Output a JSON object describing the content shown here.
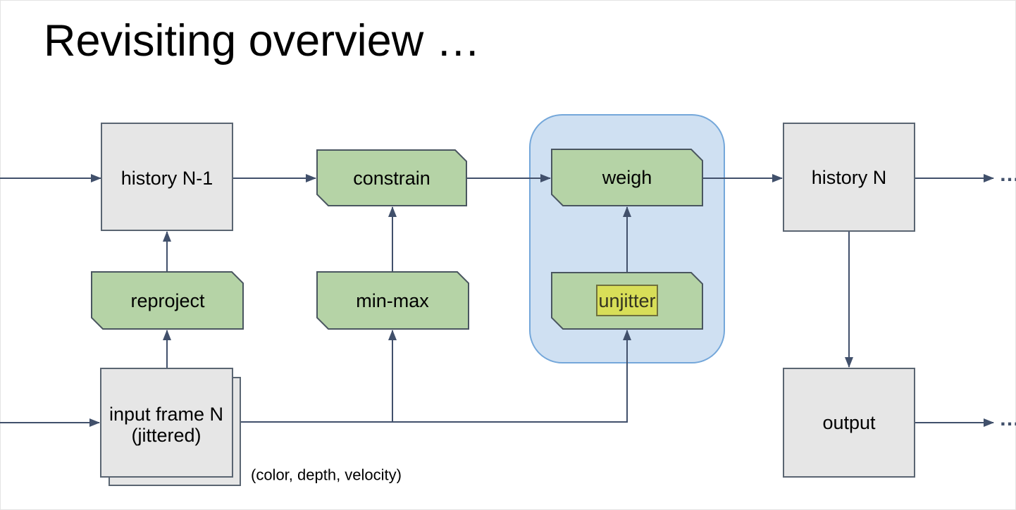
{
  "slide": {
    "title": "Revisiting overview …"
  },
  "colors": {
    "gray_fill": "#e6e6e6",
    "gray_stroke": "#5a6572",
    "green_fill": "#b5d3a6",
    "green_stroke": "#4a5660",
    "group_fill": "#cfe0f2",
    "group_stroke": "#74a7da",
    "arrow": "#41506b",
    "highlight_fill": "#d8de58",
    "highlight_stroke": "#6f703e",
    "highlight_text": "#333322",
    "text": "#000000"
  },
  "nodes": {
    "history_prev": {
      "label": "history N-1"
    },
    "constrain": {
      "label": "constrain"
    },
    "weigh": {
      "label": "weigh"
    },
    "history_n": {
      "label": "history N"
    },
    "reproject": {
      "label": "reproject"
    },
    "min_max": {
      "label": "min-max"
    },
    "unjitter": {
      "label": "unjitter"
    },
    "input_frame": {
      "label_line1": "input frame N",
      "label_line2": "(jittered)"
    },
    "output": {
      "label": "output"
    }
  },
  "caption": "(color, depth, velocity)",
  "continuation": "…"
}
